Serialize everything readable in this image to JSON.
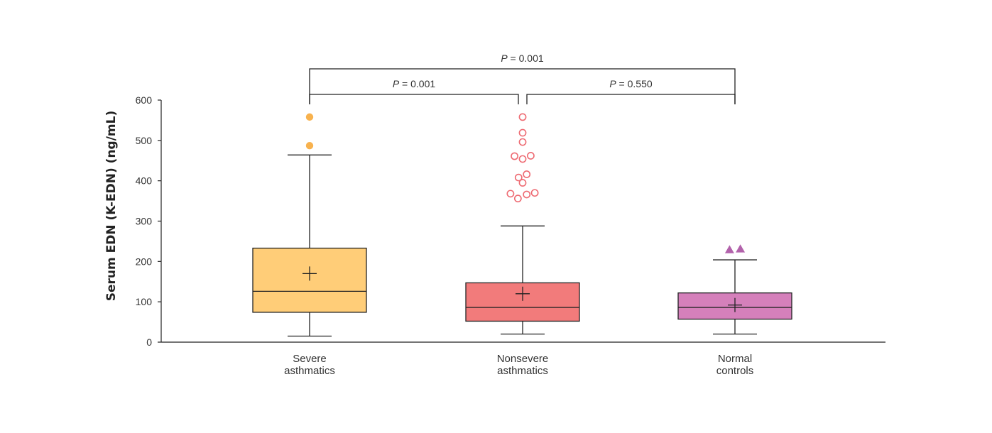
{
  "chart_data": {
    "type": "boxplot",
    "ylabel": "Serum EDN (K-EDN) (ng/mL)",
    "ylim": [
      0,
      600
    ],
    "yticks": [
      0,
      100,
      200,
      300,
      400,
      500,
      600
    ],
    "groups": [
      {
        "name": "Severe asthmatics",
        "label_lines": [
          "Severe",
          "asthmatics"
        ],
        "color": "#ffcd78",
        "marker": "filled-circle",
        "marker_color": "#f8b24e",
        "whisker_low": 15,
        "q1": 74,
        "median": 126,
        "q3": 233,
        "whisker_high": 464,
        "mean": 170,
        "outliers": [
          {
            "x": 0,
            "y": 558
          },
          {
            "x": 0,
            "y": 487
          }
        ]
      },
      {
        "name": "Nonsevere asthmatics",
        "label_lines": [
          "Nonsevere",
          "asthmatics"
        ],
        "color": "#f27b7b",
        "marker": "open-circle",
        "marker_color": "#ee6a72",
        "whisker_low": 20,
        "q1": 52,
        "median": 86,
        "q3": 147,
        "whisker_high": 288,
        "mean": 120,
        "outliers": [
          {
            "x": 0,
            "y": 558
          },
          {
            "x": 0,
            "y": 519
          },
          {
            "x": 0,
            "y": 496
          },
          {
            "x": -0.6,
            "y": 461
          },
          {
            "x": 0,
            "y": 454
          },
          {
            "x": 0.6,
            "y": 462
          },
          {
            "x": 0.3,
            "y": 416
          },
          {
            "x": -0.3,
            "y": 408
          },
          {
            "x": 0,
            "y": 395
          },
          {
            "x": -0.9,
            "y": 368
          },
          {
            "x": 0.3,
            "y": 366
          },
          {
            "x": 0.9,
            "y": 370
          },
          {
            "x": -0.35,
            "y": 356
          }
        ]
      },
      {
        "name": "Normal controls",
        "label_lines": [
          "Normal",
          "controls"
        ],
        "color": "#d580bb",
        "marker": "triangle",
        "marker_color": "#b262ab",
        "whisker_low": 20,
        "q1": 57,
        "median": 86,
        "q3": 122,
        "whisker_high": 204,
        "mean": 92,
        "outliers": [
          {
            "x": -0.4,
            "y": 229
          },
          {
            "x": 0.4,
            "y": 231
          }
        ]
      }
    ],
    "comparisons": [
      {
        "from": 0,
        "to": 2,
        "level": 2,
        "p_symbol": "P",
        "p_text": " = 0.001"
      },
      {
        "from": 0,
        "to": 1,
        "level": 1,
        "p_symbol": "P",
        "p_text": " = 0.001"
      },
      {
        "from": 1,
        "to": 2,
        "level": 1,
        "p_symbol": "P",
        "p_text": " = 0.550"
      }
    ]
  }
}
